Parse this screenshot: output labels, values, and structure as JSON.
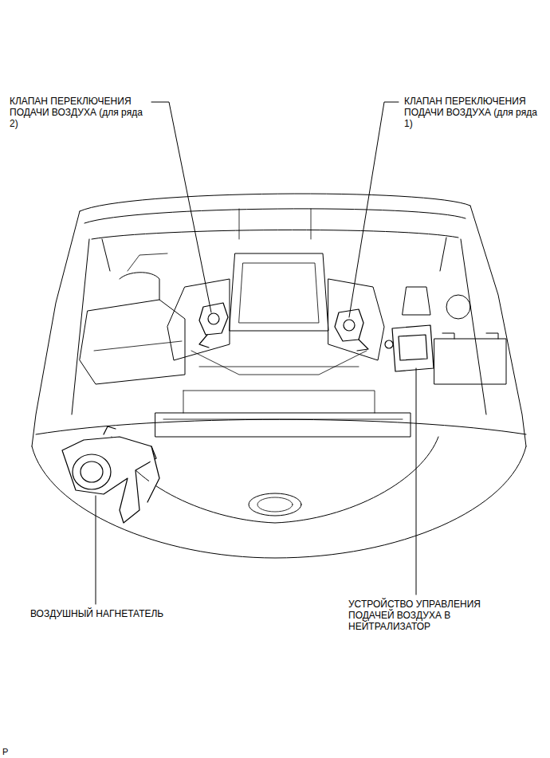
{
  "diagram": {
    "labels": [
      "КЛАПАН ПЕРЕКЛЮЧЕНИЯ ПОДАЧИ ВОЗДУХА (для ряда 2)",
      "КЛАПАН ПЕРЕКЛЮЧЕНИЯ ПОДАЧИ ВОЗДУХА (для ряда 1)",
      "ВОЗДУШНЫЙ НАГНЕТАТЕЛЬ",
      "УСТРОЙСТВО УПРАВЛЕНИЯ ПОДАЧЕЙ ВОЗДУХА В НЕЙТРАЛИЗАТОР",
      "P"
    ]
  }
}
